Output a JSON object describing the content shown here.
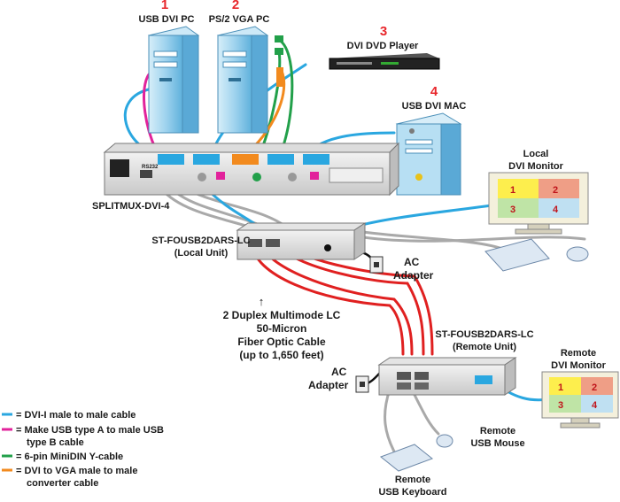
{
  "colors": {
    "dvi_cable": "#2aa7e0",
    "usb_cable": "#e2229b",
    "minidin_cable": "#22a04a",
    "vga_converter_cable": "#f28a1e",
    "fiber_cable": "#e02020",
    "gray_cable": "#a9a9a9",
    "number_red": "#e8262b"
  },
  "devices": {
    "pc1": {
      "number": "1",
      "label": "USB DVI PC"
    },
    "pc2": {
      "number": "2",
      "label": "PS/2 VGA PC"
    },
    "dvd": {
      "number": "3",
      "label": "DVI DVD Player"
    },
    "mac": {
      "number": "4",
      "label": "USB DVI MAC"
    }
  },
  "splitmux": {
    "label": "SPLITMUX-DVI-4",
    "port_label": "RS232"
  },
  "local_unit": {
    "label_line1": "ST-FOUSB2DARS-LC",
    "label_line2": "(Local Unit)"
  },
  "remote_unit": {
    "label_line1": "ST-FOUSB2DARS-LC",
    "label_line2": "(Remote Unit)"
  },
  "local_monitor": {
    "label_line1": "Local",
    "label_line2": "DVI Monitor",
    "quadrants": [
      "1",
      "2",
      "3",
      "4"
    ]
  },
  "remote_monitor": {
    "label_line1": "Remote",
    "label_line2": "DVI Monitor",
    "quadrants": [
      "1",
      "2",
      "3",
      "4"
    ]
  },
  "ac_local": {
    "line1": "AC",
    "line2": "Adapter"
  },
  "ac_remote": {
    "line1": "AC",
    "line2": "Adapter"
  },
  "fiber_note": {
    "arrow": "↑",
    "lines": [
      "2 Duplex Multimode LC",
      "50-Micron",
      "Fiber Optic Cable",
      "(up to 1,650 feet)"
    ]
  },
  "remote_keyboard": {
    "line1": "Remote",
    "line2": "USB Keyboard"
  },
  "remote_mouse": {
    "line1": "Remote",
    "line2": "USB Mouse"
  },
  "legend": [
    {
      "color_key": "dvi_cable",
      "lines": [
        "= DVI-I male to male cable"
      ]
    },
    {
      "color_key": "usb_cable",
      "lines": [
        "= Make USB type A to male USB",
        "type B cable"
      ]
    },
    {
      "color_key": "minidin_cable",
      "lines": [
        "= 6-pin MiniDIN Y-cable"
      ]
    },
    {
      "color_key": "vga_converter_cable",
      "lines": [
        "= DVI to VGA male to male",
        "converter cable"
      ]
    }
  ]
}
